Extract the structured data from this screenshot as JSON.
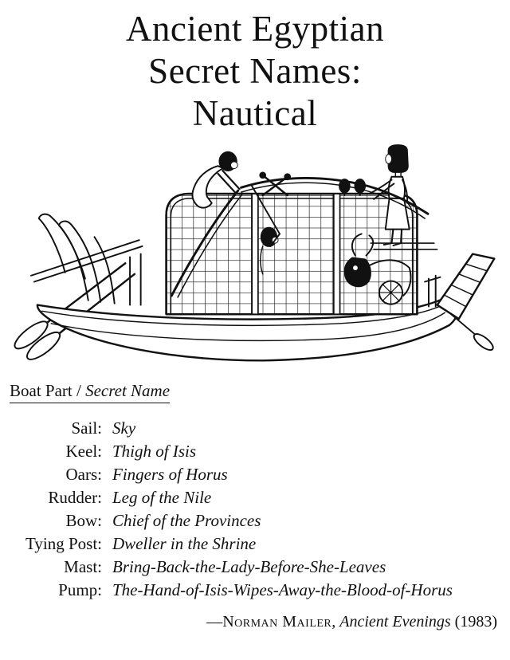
{
  "title": {
    "lines": [
      "Ancient Egyptian",
      "Secret Names:",
      "Nautical"
    ]
  },
  "illustration": {
    "description": "Line drawing of an ancient Egyptian cargo boat with a latticed cabin, three crew figures, steering oars at the left, a hatched upturned prow at the right, and a bull inside the cabin"
  },
  "table": {
    "header": {
      "part": "Boat Part",
      "separator": " / ",
      "name": "Secret Name"
    },
    "rows": [
      {
        "part": "Sail:",
        "name": "Sky"
      },
      {
        "part": "Keel:",
        "name": "Thigh of Isis"
      },
      {
        "part": "Oars:",
        "name": "Fingers of Horus"
      },
      {
        "part": "Rudder:",
        "name": "Leg of the Nile"
      },
      {
        "part": "Bow:",
        "name": "Chief of the Provinces"
      },
      {
        "part": "Tying Post:",
        "name": "Dweller in the Shrine"
      },
      {
        "part": "Mast:",
        "name": "Bring-Back-the-Lady-Before-She-Leaves"
      },
      {
        "part": "Pump:",
        "name": "The-Hand-of-Isis-Wipes-Away-the-Blood-of-Horus"
      }
    ]
  },
  "attribution": {
    "dash": "—",
    "author": "Norman Mailer",
    "separator": ", ",
    "work": "Ancient Evenings",
    "year": " (1983)"
  },
  "colors": {
    "ink": "#111111",
    "background": "#ffffff"
  }
}
